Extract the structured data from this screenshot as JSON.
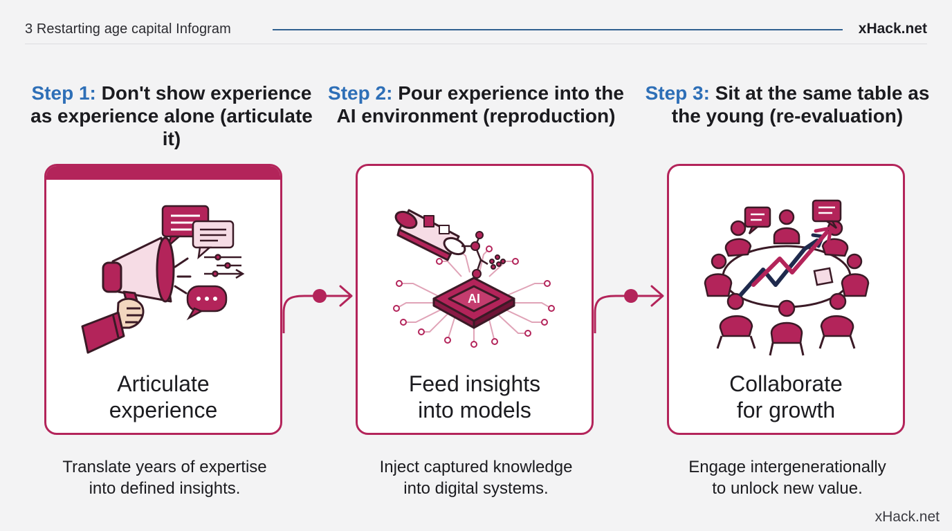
{
  "header": {
    "title": "3 Restarting age capital Infogram",
    "brand": "xHack.net"
  },
  "steps": [
    {
      "number": "Step 1:",
      "heading": "Don't show experience as experience alone (articulate it)",
      "caption_line1": "Articulate",
      "caption_line2": "experience",
      "desc_line1": "Translate years of expertise",
      "desc_line2": "into defined insights."
    },
    {
      "number": "Step 2:",
      "heading": "Pour experience into the AI environment (reproduction)",
      "caption_line1": "Feed insights",
      "caption_line2": "into models",
      "desc_line1": "Inject captured knowledge",
      "desc_line2": "into digital systems.",
      "chip_label": "AI"
    },
    {
      "number": "Step 3:",
      "heading": "Sit at the same table as the young (re-evaluation)",
      "caption_line1": "Collaborate",
      "caption_line2": "for growth",
      "desc_line1": "Engage intergenerationally",
      "desc_line2": "to unlock new value."
    }
  ],
  "watermark": "xHack.net",
  "colors": {
    "accent": "#b3245a",
    "step_number": "#2e6fb7",
    "header_line": "#2f5f8f",
    "arrow_navy": "#1f2a4d"
  },
  "icons": [
    "megaphone-icon",
    "hand-icon",
    "chat-bubble-icon",
    "flow-diagram-icon",
    "data-cylinder-icon",
    "ai-chip-icon",
    "meeting-table-icon",
    "growth-arrow-icon",
    "connector-arrow-icon"
  ]
}
